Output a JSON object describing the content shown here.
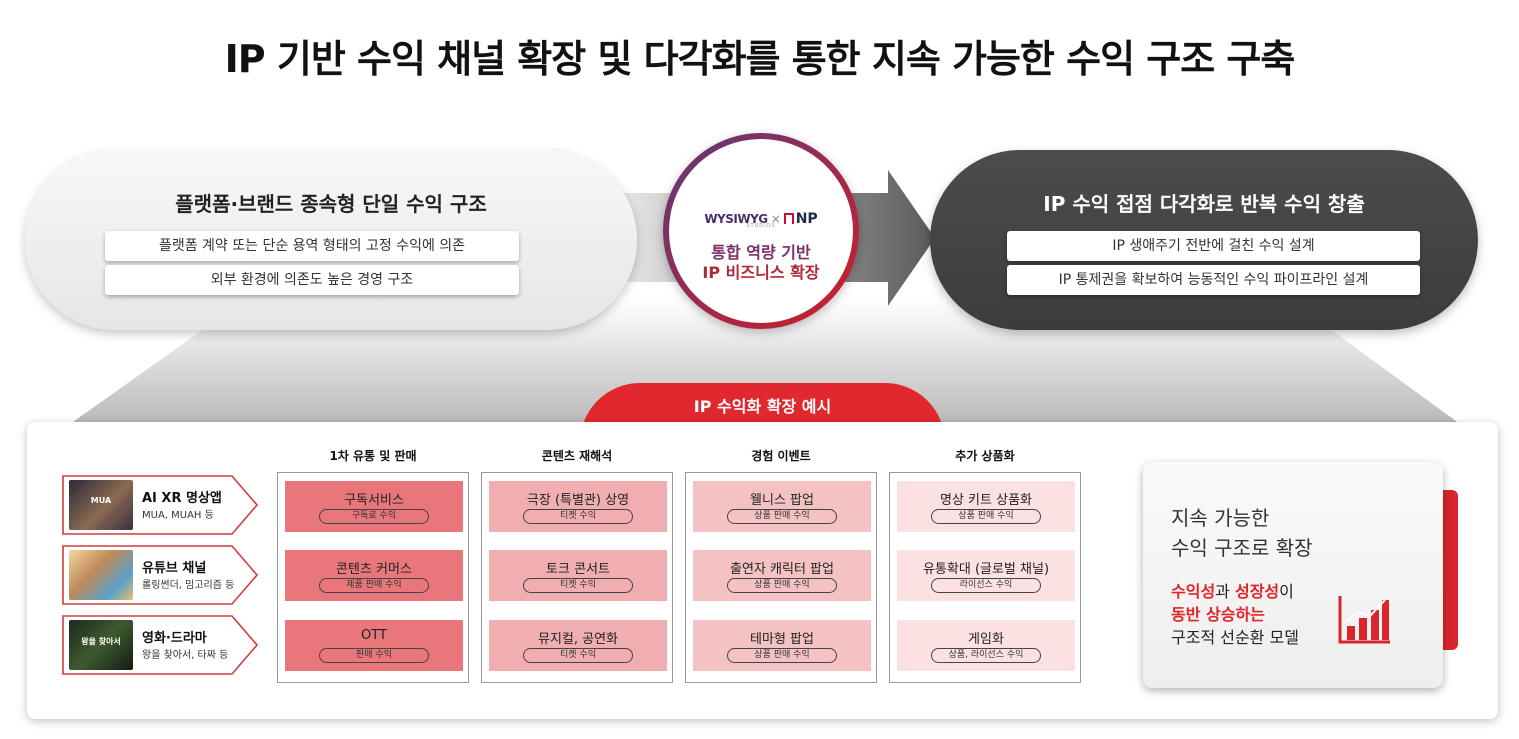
{
  "title": "IP 기반 수익 채널 확장 및 다각화를 통한 지속 가능한 수익 구조 구축",
  "left_box": {
    "heading": "플랫폼·브랜드 종속형 단일 수익 구조",
    "items": [
      "플랫폼 계약 또는 단순 용역 형태의 고정 수익에 의존",
      "외부 환경에 의존도 높은 경영 구조"
    ]
  },
  "center": {
    "logo_left": "WYSIWYG",
    "logo_sub": "STUDIOS",
    "logo_x": "×",
    "logo_right": "NP",
    "line1": "통합 역량 기반",
    "line2": "IP 비즈니스 확장"
  },
  "right_box": {
    "heading": "IP 수익 접점 다각화로 반복 수익 창출",
    "items": [
      "IP 생애주기 전반에 걸친 수익 설계",
      "IP 통제권을 확보하여 능동적인 수익 파이프라인 설계"
    ]
  },
  "tab": {
    "label": "IP 수익화 확장 예시"
  },
  "categories": [
    {
      "title": "AI XR 명상앱",
      "sub": "MUA, MUAH 등",
      "thumb_text": "MUA"
    },
    {
      "title": "유튜브 채널",
      "sub": "롤링썬더, 밈고리즘 등",
      "thumb_text": ""
    },
    {
      "title": "영화·드라마",
      "sub": "왕을 찾아서, 타짜 등",
      "thumb_text": "왕을 찾아서"
    }
  ],
  "columns": [
    {
      "header": "1차 유통 및 판매",
      "cells": [
        {
          "title": "구독서비스",
          "badge": "구독료 수익"
        },
        {
          "title": "콘텐츠 커머스",
          "badge": "제품 판매 수익"
        },
        {
          "title": "OTT",
          "badge": "판매 수익"
        }
      ]
    },
    {
      "header": "콘텐츠 재해석",
      "cells": [
        {
          "title": "극장 (특별관) 상영",
          "badge": "티켓 수익"
        },
        {
          "title": "토크 콘서트",
          "badge": "티켓 수익"
        },
        {
          "title": "뮤지컬, 공연화",
          "badge": "티켓 수익"
        }
      ]
    },
    {
      "header": "경험 이벤트",
      "cells": [
        {
          "title": "웰니스 팝업",
          "badge": "상품 판매 수익"
        },
        {
          "title": "출연자 캐릭터 팝업",
          "badge": "상품 판매 수익"
        },
        {
          "title": "테마형 팝업",
          "badge": "상품 판매 수익"
        }
      ]
    },
    {
      "header": "추가 상품화",
      "cells": [
        {
          "title": "명상 키트 상품화",
          "badge": "상품 판매 수익"
        },
        {
          "title": "유통확대 (글로벌 채널)",
          "badge": "라이선스 수익"
        },
        {
          "title": "게임화",
          "badge": "상품, 라이선스 수익"
        }
      ]
    }
  ],
  "summary": {
    "line1": "지속 가능한",
    "line2": "수익 구조로 확장",
    "red1": "수익성",
    "mid1": "과 ",
    "red2": "성장성",
    "mid2": "이",
    "red3": "동반 상승하는",
    "line5": "구조적 선순환 모델"
  },
  "colors": {
    "accent_red": "#e0282e",
    "dark_gray": "#444444"
  },
  "icons": [
    "bar-chart-icon",
    "arrow-right-icon"
  ]
}
